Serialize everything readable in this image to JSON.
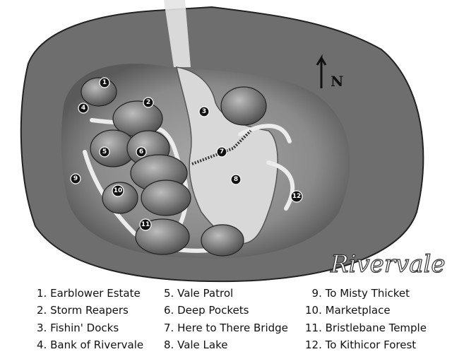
{
  "map": {
    "title": "Rivervale",
    "compass_label": "N",
    "markers": [
      "1",
      "2",
      "3",
      "4",
      "5",
      "6",
      "7",
      "8",
      "9",
      "10",
      "11",
      "12"
    ]
  },
  "legend": [
    {
      "number": "1.",
      "label": "Earblower Estate"
    },
    {
      "number": "2.",
      "label": "Storm Reapers"
    },
    {
      "number": "3.",
      "label": "Fishin' Docks"
    },
    {
      "number": "4.",
      "label": "Bank of Rivervale"
    },
    {
      "number": "5.",
      "label": "Vale Patrol"
    },
    {
      "number": "6.",
      "label": "Deep Pockets"
    },
    {
      "number": "7.",
      "label": "Here to There Bridge"
    },
    {
      "number": "8.",
      "label": "Vale Lake"
    },
    {
      "number": "9.",
      "label": "To Misty Thicket"
    },
    {
      "number": "10.",
      "label": "Marketplace"
    },
    {
      "number": "11.",
      "label": "Bristlebane Temple"
    },
    {
      "number": "12.",
      "label": "To Kithicor Forest"
    }
  ]
}
